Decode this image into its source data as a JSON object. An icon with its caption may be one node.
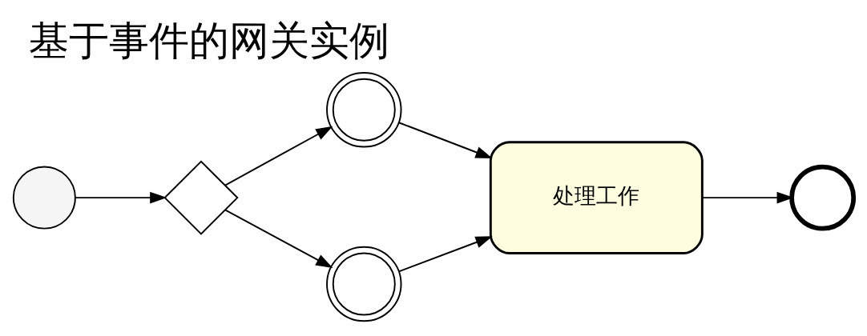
{
  "diagram": {
    "title": "基于事件的网关实例",
    "nodes": [
      {
        "text": [],
        "shape": "circle"
      },
      {
        "text": [],
        "shape": "diamond"
      },
      {
        "text": [],
        "shape": "circle"
      },
      {
        "text": [],
        "shape": "circle"
      },
      {
        "text": [
          "处理工作"
        ]
      },
      {
        "text": [],
        "shape": "circle"
      }
    ],
    "edges": [
      {
        "from": 0,
        "to": 1,
        "arrow": "to"
      },
      {
        "from": 1,
        "to": 2,
        "arrow": "to"
      },
      {
        "from": 1,
        "to": 3,
        "arrow": "to"
      },
      {
        "from": 2,
        "to": 4,
        "arrow": "to"
      },
      {
        "from": 3,
        "to": 4,
        "arrow": "to"
      },
      {
        "from": 4,
        "to": 5,
        "arrow": "to"
      }
    ]
  }
}
